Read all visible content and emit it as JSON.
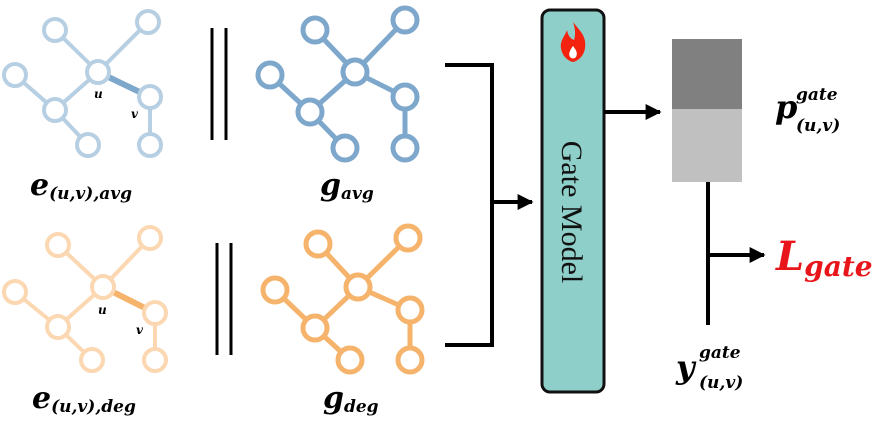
{
  "colors": {
    "blue_light": "#b7cfe3",
    "blue": "#7ea7cc",
    "orange_light": "#fbd7b2",
    "orange": "#f5b36b",
    "gate_fill": "#8ecfc9",
    "bar_dark": "#808080",
    "bar_light": "#c0c0c0",
    "loss_red": "#e8161b",
    "flame": "#f3230f"
  },
  "graphs": {
    "edge_avg": {
      "label": "e",
      "sub": "(u,v),avg",
      "node_u": "u",
      "node_v": "v"
    },
    "g_avg": {
      "label": "g",
      "sub": "avg"
    },
    "edge_deg": {
      "label": "e",
      "sub": "(u,v),deg",
      "node_u": "u",
      "node_v": "v"
    },
    "g_deg": {
      "label": "g",
      "sub": "deg"
    }
  },
  "concat_symbol": "||",
  "gate_model": {
    "label": "Gate Model",
    "icon": "flame-icon"
  },
  "output": {
    "p_label": "p",
    "p_sup": "gate",
    "p_sub": "(u,v)",
    "y_label": "y",
    "y_sup": "gate",
    "y_sub": "(u,v)",
    "loss_label": "L",
    "loss_sub": "gate"
  }
}
